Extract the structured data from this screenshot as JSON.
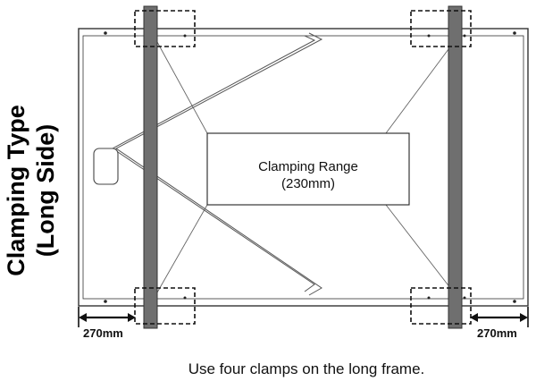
{
  "diagram": {
    "side_title_line1": "Clamping Type",
    "side_title_line2": "(Long Side)",
    "clamping_range_line1": "Clamping Range",
    "clamping_range_line2": "(230mm)",
    "left_dimension": "270mm",
    "right_dimension": "270mm",
    "caption": "Use four clamps on the long frame."
  },
  "colors": {
    "rail": "#6f6f6f",
    "line": "#555555",
    "frame": "#333333"
  }
}
